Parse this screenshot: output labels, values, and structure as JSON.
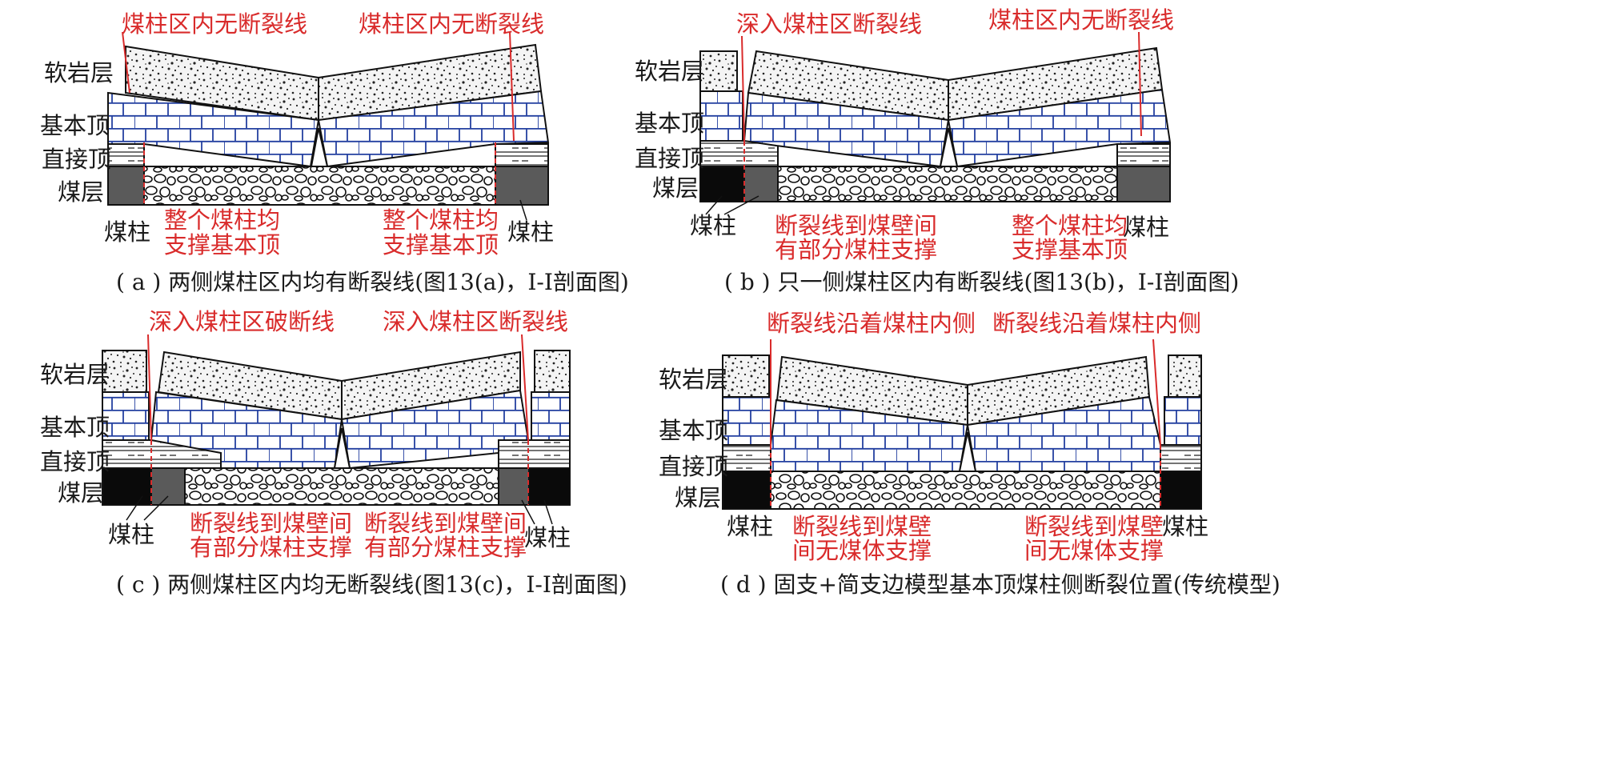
{
  "layer_labels": {
    "soft_rock": "软岩层",
    "main_roof": "基本顶",
    "immediate_roof": "直接顶",
    "coal_seam": "煤层",
    "coal_pillar": "煤柱"
  },
  "panels": [
    {
      "id": "a",
      "top_left": "煤柱区内无断裂线",
      "top_right": "煤柱区内无断裂线",
      "bottom_left": [
        "整个煤柱均",
        "支撑基本顶"
      ],
      "bottom_right": [
        "整个煤柱均",
        "支撑基本顶"
      ],
      "caption": "( a ) 两侧煤柱区内均有断裂线(图13(a)，I-I剖面图)"
    },
    {
      "id": "b",
      "top_left": "深入煤柱区断裂线",
      "top_right": "煤柱区内无断裂线",
      "bottom_left": [
        "断裂线到煤壁间",
        "有部分煤柱支撑"
      ],
      "bottom_right": [
        "整个煤柱均",
        "支撑基本顶"
      ],
      "caption": "( b  ) 只一侧煤柱区内有断裂线(图13(b)，I-I剖面图)"
    },
    {
      "id": "c",
      "top_left": "深入煤柱区破断线",
      "top_right": "深入煤柱区断裂线",
      "bottom_left": [
        "断裂线到煤壁间",
        "有部分煤柱支撑"
      ],
      "bottom_right": [
        "断裂线到煤壁间",
        "有部分煤柱支撑"
      ],
      "caption": "( c ) 两侧煤柱区内均无断裂线(图13(c)，I-I剖面图)"
    },
    {
      "id": "d",
      "top_left": "断裂线沿着煤柱内侧",
      "top_right": "断裂线沿着煤柱内侧",
      "bottom_left": [
        "断裂线到煤壁",
        "间无煤体支撑"
      ],
      "bottom_right": [
        "断裂线到煤壁",
        "间无煤体支撑"
      ],
      "caption": "( d ) 固支+简支边模型基本顶煤柱侧断裂位置(传统模型)"
    }
  ],
  "colors": {
    "annotation_red": "#d92b2b",
    "brick_blue": "#2440a0",
    "pillar_gray": "#5a5a5a",
    "pillar_black": "#0a0a0a"
  }
}
